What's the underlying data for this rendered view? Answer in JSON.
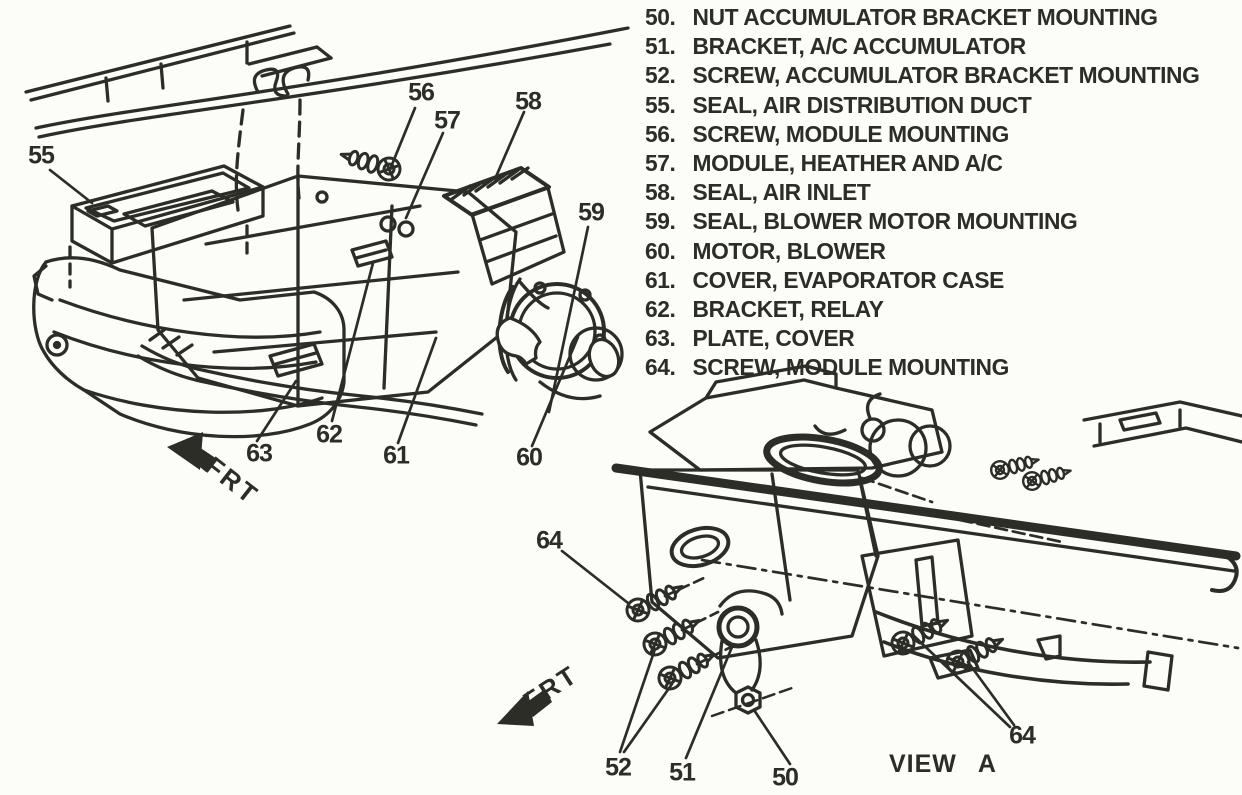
{
  "colors": {
    "ink": "#2b2d26",
    "paper": "#fcfcf9"
  },
  "legend": {
    "items": [
      {
        "num": "50.",
        "label": "NUT ACCUMULATOR BRACKET MOUNTING"
      },
      {
        "num": "51.",
        "label": "BRACKET, A/C ACCUMULATOR"
      },
      {
        "num": "52.",
        "label": "SCREW, ACCUMULATOR BRACKET MOUNTING"
      },
      {
        "num": "55.",
        "label": "SEAL, AIR DISTRIBUTION DUCT"
      },
      {
        "num": "56.",
        "label": "SCREW, MODULE MOUNTING"
      },
      {
        "num": "57.",
        "label": "MODULE, HEATHER AND A/C"
      },
      {
        "num": "58.",
        "label": "SEAL, AIR INLET"
      },
      {
        "num": "59.",
        "label": "SEAL, BLOWER MOTOR MOUNTING"
      },
      {
        "num": "60.",
        "label": "MOTOR, BLOWER"
      },
      {
        "num": "61.",
        "label": "COVER, EVAPORATOR CASE"
      },
      {
        "num": "62.",
        "label": "BRACKET, RELAY"
      },
      {
        "num": "63.",
        "label": "PLATE, COVER"
      },
      {
        "num": "64.",
        "label": "SCREW, MODULE MOUNTING"
      }
    ]
  },
  "left_view": {
    "frt": "FRT",
    "callouts": {
      "c55": "55",
      "c56": "56",
      "c57": "57",
      "c58": "58",
      "c59": "59",
      "c60": "60",
      "c61": "61",
      "c62": "62",
      "c63": "63"
    }
  },
  "bottom_view": {
    "frt": "FRT",
    "caption": "VIEW A",
    "callouts": {
      "c64_left": "64",
      "c52": "52",
      "c51": "51",
      "c50": "50",
      "c64_right": "64"
    }
  }
}
